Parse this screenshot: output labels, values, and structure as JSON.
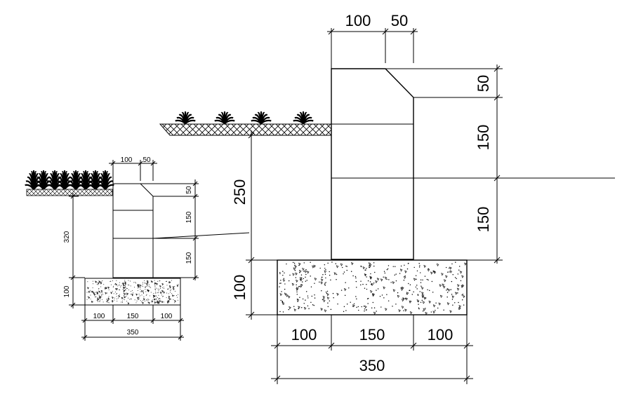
{
  "large_section": {
    "wall_top_width": "100",
    "wall_chamfer_width": "50",
    "wall_chamfer_height": "50",
    "wall_upper_height": "150",
    "wall_lower_height": "150",
    "retained_height": "250",
    "footing_height": "100",
    "footing_toe": "100",
    "footing_stem": "150",
    "footing_heel": "100",
    "footing_total": "350"
  },
  "small_section": {
    "wall_top_width": "100",
    "wall_chamfer_width": "50",
    "wall_chamfer_height": "50",
    "wall_upper_height": "150",
    "wall_lower_height": "150",
    "retained_height": "320",
    "footing_height": "100",
    "footing_toe": "100",
    "footing_stem": "150",
    "footing_heel": "100",
    "footing_total": "350"
  },
  "colors": {
    "line": "#000000",
    "background": "#ffffff"
  }
}
